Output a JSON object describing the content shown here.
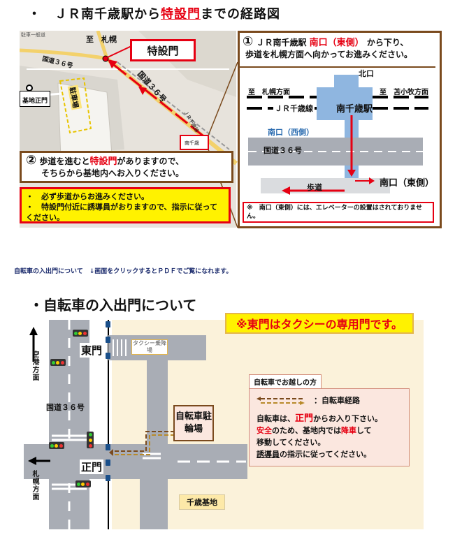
{
  "top": {
    "title_prefix": "・　ＪＲ南千歳駅から",
    "title_red": "特設門",
    "title_suffix": "までの経路図",
    "map_labels": {
      "sapporo": "至　札幌",
      "route36_left": "国道３６号",
      "kichi_seimon": "基地正門",
      "parking": "駐車場",
      "tokusetsumon": "特設門",
      "route36_diag": "国道３６号",
      "jr_line": "ＪＲ千歳線",
      "minami_chitose_small": "南千歳",
      "corner_text": "駐車一般道"
    },
    "callout1": {
      "num": "①",
      "line1_pre": "ＪＲ南千歳駅",
      "line1_red": "南口（東側）",
      "line1_post": "から下り、",
      "line2": "歩道を札幌方面へ向かってお進みください。"
    },
    "station": {
      "kitaguchi": "北口",
      "to_sapporo": "至　札幌方面",
      "to_tomakomai": "至　苫小牧方面",
      "jr_line": "ＪＲ千歳線",
      "name": "南千歳駅",
      "west_exit": "南口（西側）",
      "route36": "国道３６号",
      "sidewalk": "歩道",
      "east_exit": "南口（東側）",
      "note": "※　南口（東側）には、エレベーターの設置はされておりません。"
    },
    "callout2": {
      "num": "②",
      "line1_pre": "歩道を進むと",
      "line1_red": "特設門",
      "line1_post": "がありますので、",
      "line2": "そちらから基地内へお入りください。"
    },
    "notice": {
      "line1": "・　必ず歩道からお進みください。",
      "line2": "・　特設門付近に誘導員がおりますので、指示に従ってください。"
    }
  },
  "caption": "自転車の入出門について　↓画面をクリックするとＰＤＦでご覧になれます。",
  "bottom": {
    "title": "・自転車の入出門について",
    "east_gate_notice": "※東門はタクシーの専用門です。",
    "kuko": "空港方面",
    "sapporo": "札幌方面",
    "route36": "国道３６号",
    "east_gate": "東門",
    "main_gate": "正門",
    "taxi": "タクシー乗降場",
    "bicycle_parking": "自転車駐輪場",
    "base": "千歳基地",
    "legend_header": "自転車でお越しの方",
    "legend_route": "：自転車経路",
    "legend_l1_pre": "自転車は、",
    "legend_l1_red": "正門",
    "legend_l1_post": "からお入り下さい。",
    "legend_l2_red1": "安全",
    "legend_l2_mid": "のため、基地内では",
    "legend_l2_red2": "降車",
    "legend_l2_post": "して",
    "legend_l3": "移動してください。",
    "legend_l4_u": "誘導員",
    "legend_l4_post": "の指示に従ってください。"
  },
  "colors": {
    "accent_red": "#e60012",
    "notice_yellow": "#fff200",
    "brown_frame": "#7a4a1d",
    "road_gray": "#a9adb5",
    "station_blue": "#8fb6e0",
    "base_beige": "#fbf2da"
  }
}
